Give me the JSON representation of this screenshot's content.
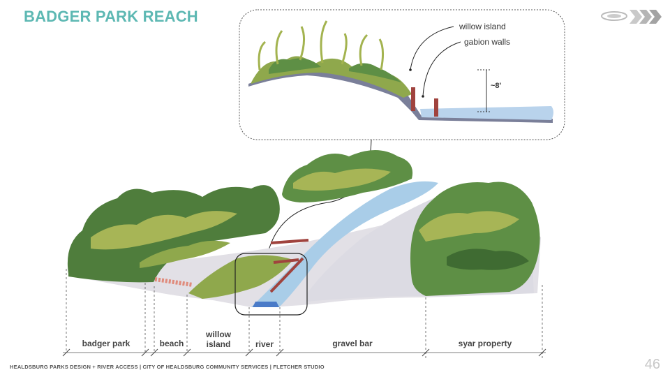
{
  "title": "BADGER PARK REACH",
  "callouts": {
    "willow_island": "willow island",
    "gabion_walls": "gabion walls",
    "depth": "~8'"
  },
  "zones": [
    {
      "label": "badger park"
    },
    {
      "label": "beach"
    },
    {
      "label": "willow\nisland"
    },
    {
      "label": "river"
    },
    {
      "label": "gravel bar"
    },
    {
      "label": "syar property"
    }
  ],
  "footer": "HEALDSBURG PARKS DESIGN + RIVER ACCESS  |  CITY OF HEALDSBURG COMMUNITY SERVICES  |  FLETCHER STUDIO",
  "page_number": "46",
  "colors": {
    "title": "#5db8b3",
    "tree_dark": "#4f7d3c",
    "tree_light": "#a7b556",
    "water": "#a9cde8",
    "gravel": "#e2e0e6",
    "gabion": "#a0433e"
  },
  "logo": "logo-chevrons-icon"
}
